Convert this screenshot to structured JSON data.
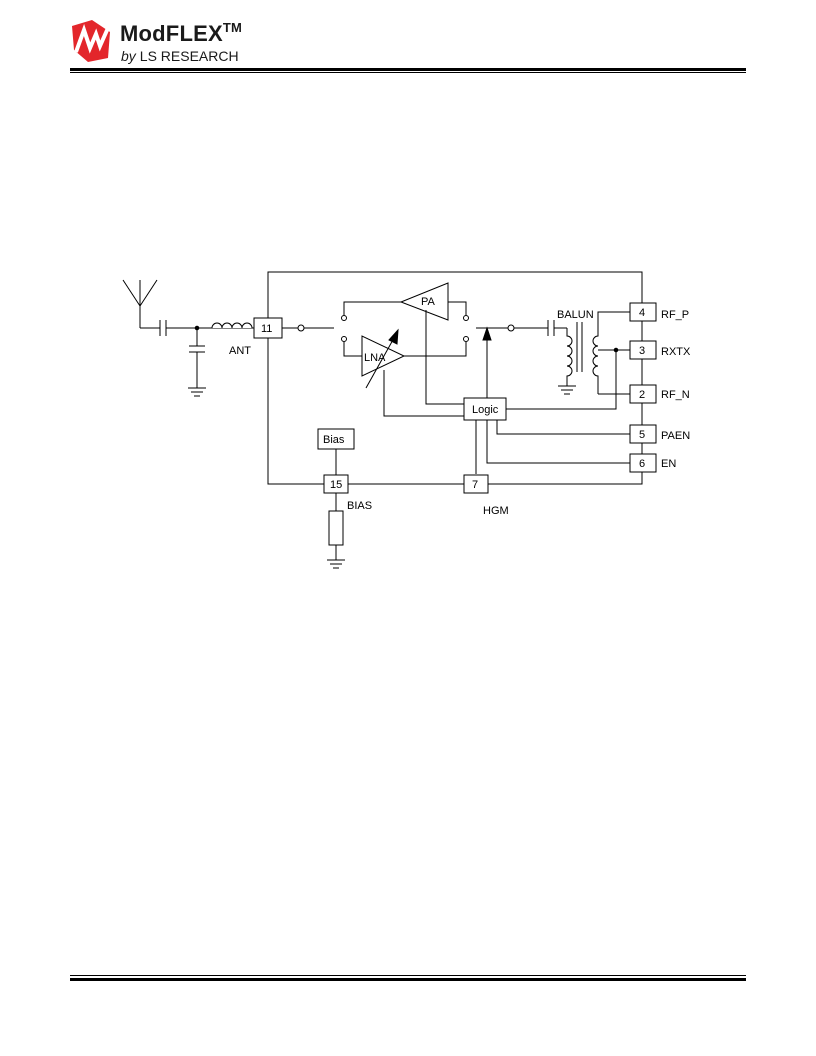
{
  "header": {
    "brand": "ModFLEX",
    "trademark": "TM",
    "sub_by": "by",
    "sub_company": "LS RESEARCH",
    "logo_icon": "modflex-logo-icon",
    "logo_color": "#e3262b"
  },
  "diagram": {
    "blocks": {
      "pa": "PA",
      "lna": "LNA",
      "logic": "Logic",
      "bias": "Bias",
      "balun": "BALUN"
    },
    "pins": [
      {
        "num": "11",
        "label": "ANT"
      },
      {
        "num": "4",
        "label": "RF_P"
      },
      {
        "num": "3",
        "label": "RXTX"
      },
      {
        "num": "2",
        "label": "RF_N"
      },
      {
        "num": "5",
        "label": "PAEN"
      },
      {
        "num": "6",
        "label": "EN"
      },
      {
        "num": "15",
        "label": "BIAS"
      },
      {
        "num": "7",
        "label": "HGM"
      }
    ]
  }
}
